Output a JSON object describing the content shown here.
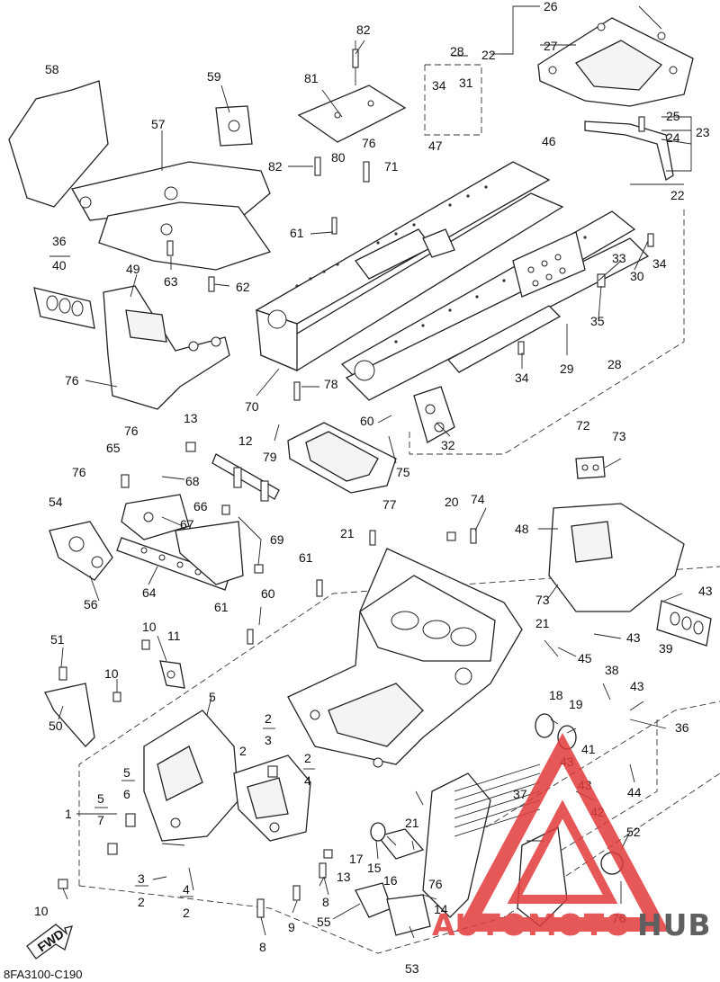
{
  "diagram": {
    "drawing_code": "8FA3100-C190",
    "direction_badge": "FWD",
    "watermark": {
      "word_a": "AUTOMOTO",
      "word_b": "HUB",
      "color_a": "#e23a3a",
      "color_b": "#444444"
    },
    "callouts": [
      {
        "id": "c26",
        "text": "26"
      },
      {
        "id": "c27",
        "text": "27"
      },
      {
        "id": "c22a",
        "text": "22"
      },
      {
        "id": "c28a",
        "text": "28"
      },
      {
        "id": "c34a",
        "text": "34"
      },
      {
        "id": "c31",
        "text": "31"
      },
      {
        "id": "c47",
        "text": "47"
      },
      {
        "id": "c46",
        "text": "46"
      },
      {
        "id": "c25",
        "text": "25"
      },
      {
        "id": "c24",
        "text": "24"
      },
      {
        "id": "c23",
        "text": "23"
      },
      {
        "id": "c22b",
        "text": "22"
      },
      {
        "id": "c82a",
        "text": "82"
      },
      {
        "id": "c81",
        "text": "81"
      },
      {
        "id": "c76a",
        "text": "76"
      },
      {
        "id": "c82b",
        "text": "82"
      },
      {
        "id": "c80",
        "text": "80"
      },
      {
        "id": "c71",
        "text": "71"
      },
      {
        "id": "c61a",
        "text": "61"
      },
      {
        "id": "c58",
        "text": "58"
      },
      {
        "id": "c59",
        "text": "59"
      },
      {
        "id": "c57",
        "text": "57"
      },
      {
        "id": "c63",
        "text": "63"
      },
      {
        "id": "c62",
        "text": "62"
      },
      {
        "id": "c36a",
        "text": "36"
      },
      {
        "id": "c40",
        "text": "40"
      },
      {
        "id": "c49",
        "text": "49"
      },
      {
        "id": "c76b",
        "text": "76"
      },
      {
        "id": "c70",
        "text": "70"
      },
      {
        "id": "c78",
        "text": "78"
      },
      {
        "id": "c33",
        "text": "33"
      },
      {
        "id": "c30",
        "text": "30"
      },
      {
        "id": "c34b",
        "text": "34"
      },
      {
        "id": "c35",
        "text": "35"
      },
      {
        "id": "c34c",
        "text": "34"
      },
      {
        "id": "c29",
        "text": "29"
      },
      {
        "id": "c28b",
        "text": "28"
      },
      {
        "id": "c60a",
        "text": "60"
      },
      {
        "id": "c32",
        "text": "32"
      },
      {
        "id": "c75",
        "text": "75"
      },
      {
        "id": "c77",
        "text": "77"
      },
      {
        "id": "c79",
        "text": "79"
      },
      {
        "id": "c12",
        "text": "12"
      },
      {
        "id": "c13a",
        "text": "13"
      },
      {
        "id": "c76c",
        "text": "76"
      },
      {
        "id": "c65",
        "text": "65"
      },
      {
        "id": "c68",
        "text": "68"
      },
      {
        "id": "c76d",
        "text": "76"
      },
      {
        "id": "c54",
        "text": "54"
      },
      {
        "id": "c67",
        "text": "67"
      },
      {
        "id": "c66",
        "text": "66"
      },
      {
        "id": "c69",
        "text": "69"
      },
      {
        "id": "c64",
        "text": "64"
      },
      {
        "id": "c56",
        "text": "56"
      },
      {
        "id": "c61b",
        "text": "61"
      },
      {
        "id": "c61c",
        "text": "61"
      },
      {
        "id": "c60b",
        "text": "60"
      },
      {
        "id": "c21a",
        "text": "21"
      },
      {
        "id": "c20",
        "text": "20"
      },
      {
        "id": "c74",
        "text": "74"
      },
      {
        "id": "c72",
        "text": "72"
      },
      {
        "id": "c73a",
        "text": "73"
      },
      {
        "id": "c48",
        "text": "48"
      },
      {
        "id": "c73b",
        "text": "73"
      },
      {
        "id": "c43a",
        "text": "43"
      },
      {
        "id": "c39",
        "text": "39"
      },
      {
        "id": "c43b",
        "text": "43"
      },
      {
        "id": "c21b",
        "text": "21"
      },
      {
        "id": "c45",
        "text": "45"
      },
      {
        "id": "c51",
        "text": "51"
      },
      {
        "id": "c10a",
        "text": "10"
      },
      {
        "id": "c11",
        "text": "11"
      },
      {
        "id": "c10b",
        "text": "10"
      },
      {
        "id": "c5a",
        "text": "5"
      },
      {
        "id": "c50",
        "text": "50"
      },
      {
        "id": "c2a",
        "text": "2"
      },
      {
        "id": "c3a",
        "text": "3"
      },
      {
        "id": "c2b",
        "text": "2"
      },
      {
        "id": "c2c",
        "text": "2"
      },
      {
        "id": "c4a",
        "text": "4"
      },
      {
        "id": "c5b",
        "text": "5"
      },
      {
        "id": "c6",
        "text": "6"
      },
      {
        "id": "c1",
        "text": "1"
      },
      {
        "id": "c5c",
        "text": "5"
      },
      {
        "id": "c7",
        "text": "7"
      },
      {
        "id": "c3b",
        "text": "3"
      },
      {
        "id": "c2d",
        "text": "2"
      },
      {
        "id": "c4b",
        "text": "4"
      },
      {
        "id": "c2e",
        "text": "2"
      },
      {
        "id": "c10c",
        "text": "10"
      },
      {
        "id": "c13b",
        "text": "13"
      },
      {
        "id": "c9",
        "text": "9"
      },
      {
        "id": "c8a",
        "text": "8"
      },
      {
        "id": "c8b",
        "text": "8"
      },
      {
        "id": "c55",
        "text": "55"
      },
      {
        "id": "c53",
        "text": "53"
      },
      {
        "id": "c14",
        "text": "14"
      },
      {
        "id": "c76e",
        "text": "76"
      },
      {
        "id": "c17",
        "text": "17"
      },
      {
        "id": "c15",
        "text": "15"
      },
      {
        "id": "c16",
        "text": "16"
      },
      {
        "id": "c21c",
        "text": "21"
      },
      {
        "id": "c37",
        "text": "37"
      },
      {
        "id": "c41",
        "text": "41"
      },
      {
        "id": "c43c",
        "text": "43"
      },
      {
        "id": "c43d",
        "text": "43"
      },
      {
        "id": "c42",
        "text": "42"
      },
      {
        "id": "c52",
        "text": "52"
      },
      {
        "id": "c76f",
        "text": "76"
      },
      {
        "id": "c18",
        "text": "18"
      },
      {
        "id": "c19",
        "text": "19"
      },
      {
        "id": "c38",
        "text": "38"
      },
      {
        "id": "c43e",
        "text": "43"
      },
      {
        "id": "c36b",
        "text": "36"
      },
      {
        "id": "c44",
        "text": "44"
      }
    ]
  }
}
